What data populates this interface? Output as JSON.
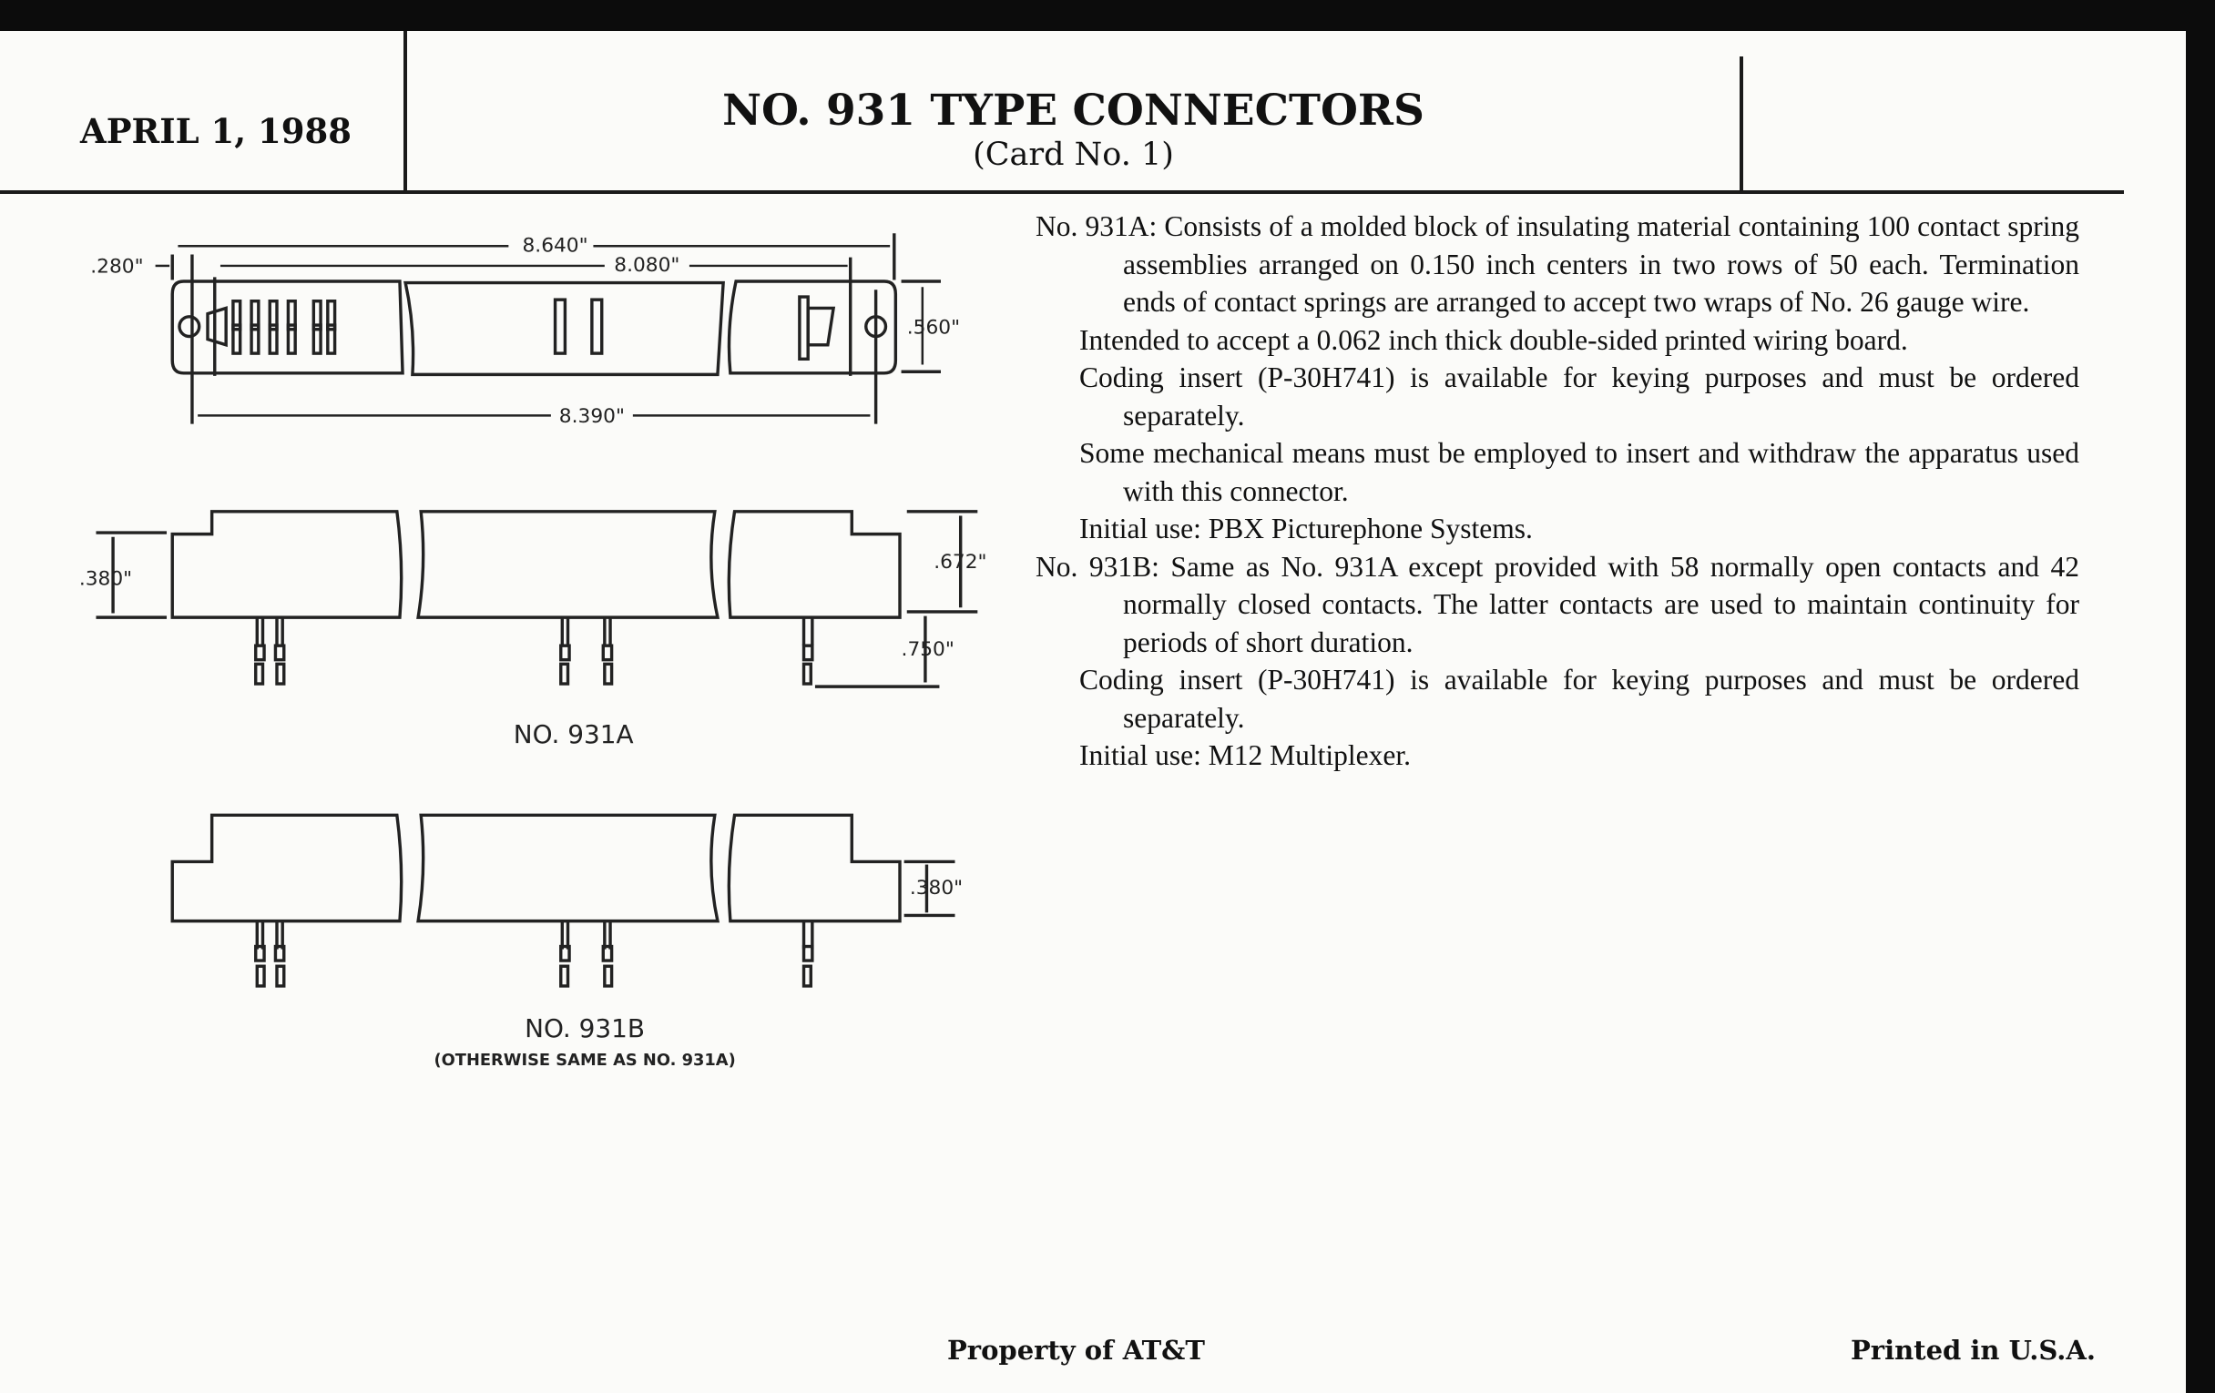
{
  "header": {
    "date": "APRIL 1, 1988",
    "title": "NO. 931 TYPE CONNECTORS",
    "subtitle": "(Card No. 1)"
  },
  "drawing": {
    "dim_8640": "8.640\"",
    "dim_8080": "8.080\"",
    "dim_280": ".280\"",
    "dim_560": ".560\"",
    "dim_8390": "8.390\"",
    "dim_380a": ".380\"",
    "dim_672": ".672\"",
    "dim_750": ".750\"",
    "dim_380b": ".380\"",
    "label_a": "NO. 931A",
    "label_b": "NO. 931B",
    "note_b": "(OTHERWISE SAME AS NO. 931A)"
  },
  "body": {
    "paragraphs": [
      "No. 931A: Consists of a molded block of insulating material containing 100 contact spring assemblies arranged on 0.150 inch centers in two rows of 50 each. Termination ends of contact springs are arranged to accept two wraps of No. 26 gauge wire.",
      "Intended to accept a 0.062 inch thick double-sided printed wiring board.",
      "Coding insert (P-30H741) is available for keying purposes and must be ordered separately.",
      "Some mechanical means must be employed to insert and withdraw the apparatus used with this connector.",
      "Initial use: PBX Picturephone Systems.",
      "No. 931B: Same as No. 931A except provided with 58 normally open contacts and 42 normally closed contacts. The latter contacts are used to maintain continuity for periods of short duration.",
      "Coding insert (P-30H741) is available for keying purposes and must be ordered separately.",
      "Initial use: M12 Multiplexer."
    ]
  },
  "footer": {
    "left": "Property of AT&T",
    "right": "Printed in U.S.A."
  }
}
